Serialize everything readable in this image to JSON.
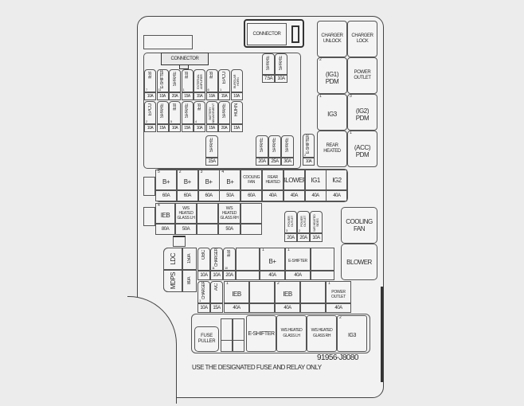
{
  "title": "Engine compartment fuse/relay box",
  "connector_top": "CONNECTOR",
  "connector_inner": "CONNECTOR",
  "spare_top": [
    {
      "label": "SPARE",
      "amp": "7.5A"
    },
    {
      "label": "SPARE",
      "amp": "10A"
    }
  ],
  "mini_row1": [
    {
      "num": "7",
      "label": "IEB",
      "amp": "10A"
    },
    {
      "num": "11",
      "label": "E-SHIFTER",
      "amp": "10A"
    },
    {
      "num": "",
      "label": "SPARE",
      "amp": "20A"
    },
    {
      "num": "1",
      "label": "IEB",
      "amp": "15A"
    },
    {
      "num": "",
      "label": "EXTERNAL AMPLIFIER",
      "amp": "15A"
    },
    {
      "num": "6",
      "label": "IEB",
      "amp": "10A"
    },
    {
      "num": "1",
      "label": "EPCU",
      "amp": "15A"
    },
    {
      "num": "",
      "label": "BURGLAR HORN",
      "amp": "10A"
    }
  ],
  "mini_row2": [
    {
      "num": "2",
      "label": "EPCU",
      "amp": "10A"
    },
    {
      "num": "",
      "label": "SPARE",
      "amp": "15A"
    },
    {
      "num": "5",
      "label": "IEB",
      "amp": "10A"
    },
    {
      "num": "",
      "label": "SPARE",
      "amp": "15A"
    },
    {
      "num": "4",
      "label": "IEB",
      "amp": "10A"
    },
    {
      "num": "",
      "label": "BATTERY MANAGEMENT",
      "amp": "15A"
    },
    {
      "num": "",
      "label": "SPARE",
      "amp": "20A"
    },
    {
      "num": "",
      "label": "HORN",
      "amp": "15A"
    }
  ],
  "spare_mid": {
    "label": "SPARE",
    "amp": "15A"
  },
  "spare_mid_group": [
    {
      "label": "SPARE",
      "amp": "20A"
    },
    {
      "label": "SPARE",
      "amp": "25A"
    },
    {
      "label": "SPARE",
      "amp": "30A"
    }
  ],
  "eshifter_mini": {
    "num": "2",
    "label": "E-SHIFTER",
    "amp": "10A"
  },
  "relays_right": [
    {
      "num": "",
      "label": "CHARGER UNLOCK"
    },
    {
      "num": "",
      "label": "CHARGER LOCK"
    },
    {
      "num": "2",
      "label": "(IG1) PDM"
    },
    {
      "num": "",
      "label": "POWER OUTLET"
    },
    {
      "num": "1",
      "label": "IG3"
    },
    {
      "num": "3",
      "label": "(IG2) PDM"
    },
    {
      "num": "",
      "label": "REAR HEATED"
    },
    {
      "num": "1",
      "label": "(ACC) PDM"
    }
  ],
  "multi_row1": [
    {
      "num": "5",
      "label": "B+",
      "amp": "60A"
    },
    {
      "num": "2",
      "label": "B+",
      "amp": "60A"
    },
    {
      "num": "3",
      "label": "B+",
      "amp": "60A"
    },
    {
      "num": "4",
      "label": "B+",
      "amp": "50A"
    },
    {
      "num": "",
      "label": "COOLING FAN",
      "amp": "60A"
    },
    {
      "num": "",
      "label": "REAR HEATED",
      "amp": "40A"
    },
    {
      "num": "",
      "label": "BLOWER",
      "amp": "40A"
    },
    {
      "num": "",
      "label": "IG1",
      "amp": "40A"
    },
    {
      "num": "",
      "label": "IG2",
      "amp": "40A"
    }
  ],
  "multi_row2": [
    {
      "num": "4",
      "label": "IEB",
      "amp": "80A"
    },
    {
      "num": "",
      "label": "W/S HEATED GLASS LH",
      "amp": "50A"
    },
    {
      "num": "",
      "label": "",
      "amp": ""
    },
    {
      "num": "",
      "label": "W/S HEATED GLASS RH",
      "amp": "50A"
    },
    {
      "num": "",
      "label": "",
      "amp": ""
    }
  ],
  "outlet_group": [
    {
      "num": "3",
      "label": "POWER OUTLET",
      "amp": "20A"
    },
    {
      "num": "2",
      "label": "POWER OUTLET",
      "amp": "20A"
    },
    {
      "num": "",
      "label": "W/S HEATED SIDES",
      "amp": "10A"
    }
  ],
  "relay_cooling_fan": "COOLING FAN",
  "relay_blower": "BLOWER",
  "ldc": {
    "label": "LDC",
    "amp": "150A"
  },
  "mdps": {
    "label": "MDPS",
    "amp": "80A"
  },
  "row3_mini": [
    {
      "num": "",
      "label": "OBC",
      "amp": "10A"
    },
    {
      "num": "11",
      "label": "CHARGER",
      "amp": "10A"
    },
    {
      "num": "10",
      "label": "IEB",
      "amp": "20A"
    }
  ],
  "row3_multi": [
    {
      "num": "",
      "label": "",
      "amp": ""
    },
    {
      "num": "1",
      "label": "B+",
      "amp": "40A"
    },
    {
      "num": "1",
      "label": "E-SHIFTER",
      "amp": "40A"
    },
    {
      "num": "",
      "label": "",
      "amp": ""
    }
  ],
  "row4_mini": [
    {
      "num": "1",
      "label": "CHARGER",
      "amp": "10A"
    },
    {
      "num": "",
      "label": "A/C",
      "amp": "15A"
    }
  ],
  "row4_multi": [
    {
      "num": "1",
      "label": "IEB",
      "amp": "40A"
    },
    {
      "num": "",
      "label": "",
      "amp": ""
    },
    {
      "num": "2",
      "label": "IEB",
      "amp": "40A"
    },
    {
      "num": "",
      "label": "",
      "amp": ""
    },
    {
      "num": "1",
      "label": "POWER OUTLET",
      "amp": "40A"
    }
  ],
  "fuse_puller": "FUSE PULLER",
  "bottom_relays": [
    {
      "num": "",
      "label": "E-SHIFTER"
    },
    {
      "num": "",
      "label": "W/S HEATED GLASS LH"
    },
    {
      "num": "",
      "label": "W/S HEATED GLASS RH"
    },
    {
      "num": "2",
      "label": "IG3"
    }
  ],
  "part_number": "91956-J8080",
  "notice": "USE THE DESIGNATED FUSE AND RELAY ONLY"
}
